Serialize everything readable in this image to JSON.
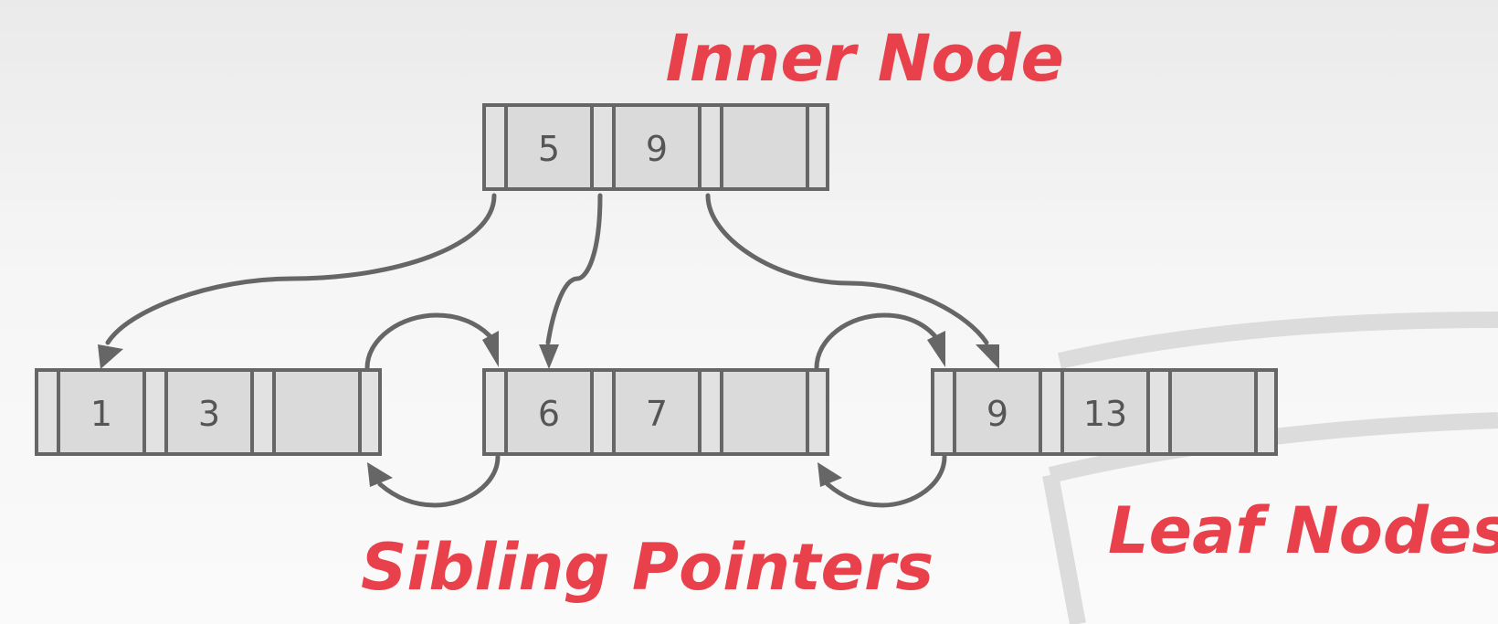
{
  "labels": {
    "inner": "Inner Node",
    "sibling": "Sibling Pointers",
    "leaf": "Leaf Nodes"
  },
  "inner_node": {
    "keys": [
      "5",
      "9",
      ""
    ]
  },
  "leaf_nodes": [
    {
      "keys": [
        "1",
        "3",
        ""
      ]
    },
    {
      "keys": [
        "6",
        "7",
        ""
      ]
    },
    {
      "keys": [
        "9",
        "13",
        ""
      ]
    }
  ],
  "colors": {
    "label": "#e8414b",
    "node_fill": "#dadada",
    "node_stroke": "#666666",
    "edge": "#666666",
    "database_watermark": "#dcdcdc"
  },
  "icons": {
    "background": "database-cylinder-icon"
  }
}
